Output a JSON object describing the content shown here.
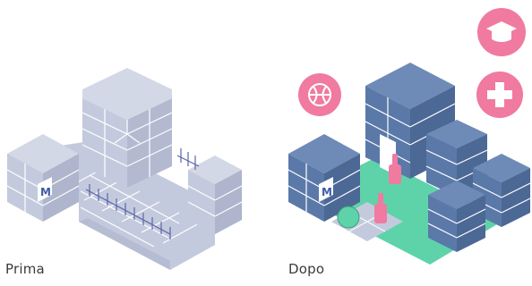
{
  "panels": {
    "before": {
      "label": "Prima"
    },
    "after": {
      "label": "Dopo"
    }
  },
  "colors": {
    "before_face": "#c4cadd",
    "before_face_dark": "#aeb5cc",
    "after_face": "#5a79a8",
    "after_face_dark": "#4c6895",
    "green": "#5ed3aa",
    "pink": "#f07aa0",
    "lines": "#ffffff",
    "fence": "#5a66a8",
    "caption": "#3a3a3a"
  },
  "icons": [
    "metro-sign-icon",
    "basketball-icon",
    "graduation-cap-icon",
    "medical-cross-icon",
    "bottle-icon",
    "tree-icon"
  ],
  "signs": {
    "metro_letter": "M"
  }
}
